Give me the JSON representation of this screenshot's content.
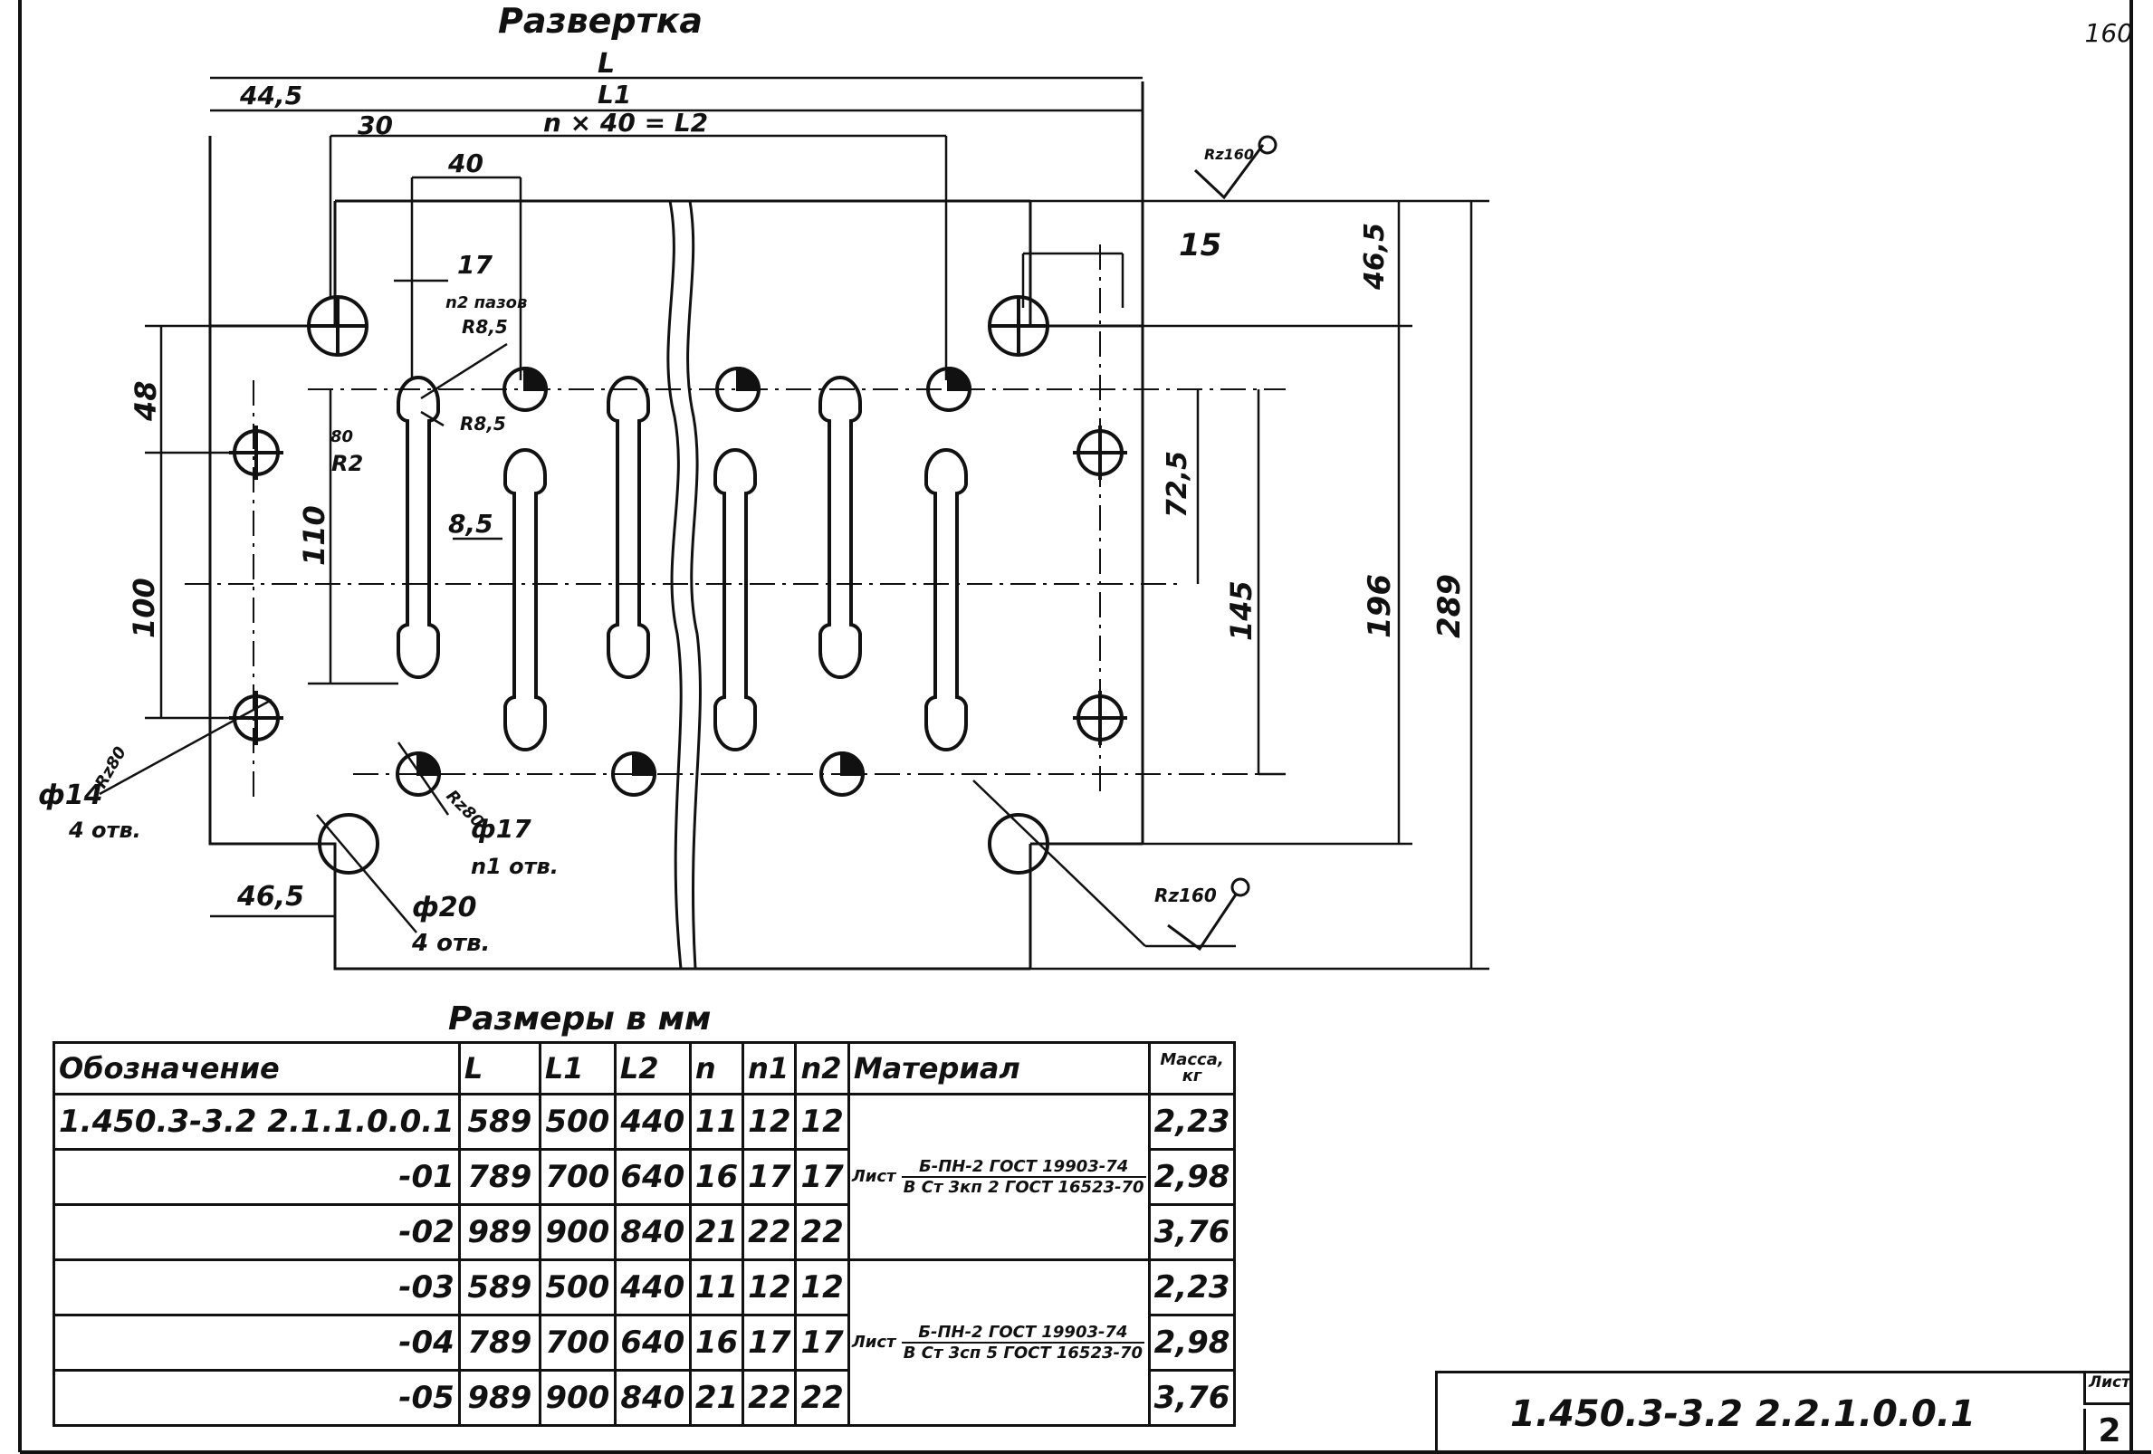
{
  "page_number": "160",
  "drawing": {
    "title": "Развертка",
    "dims": {
      "L": "L",
      "L1": "L1",
      "L2_formula": "n × 40 = L2",
      "d44_5": "44,5",
      "d30": "30",
      "d40": "40",
      "d17": "17",
      "n2_slots": "n2 пазов",
      "r8_5_a": "R8,5",
      "r8_5_b": "R8,5",
      "d80": "80",
      "r2": "R2",
      "d8_5": "8,5",
      "d48": "48",
      "d110": "110",
      "d100": "100",
      "d15": "15",
      "d46_5_right": "46,5",
      "d72_5": "72,5",
      "d145": "145",
      "d196": "196",
      "d289": "289",
      "d46_5_bottom": "46,5",
      "phi14": "ф14",
      "holes4_a": "4 отв.",
      "phi17": "ф17",
      "n1_holes": "n1 отв.",
      "phi20": "ф20",
      "holes4_b": "4 отв.",
      "rz80_a": "Rz80",
      "rz80_b": "Rz80",
      "rz160_top": "Rz160",
      "rz160_bottom": "Rz160"
    }
  },
  "table": {
    "caption": "Размеры в мм",
    "headers": [
      "Обозначение",
      "L",
      "L1",
      "L2",
      "n",
      "n1",
      "n2",
      "Материал",
      "Масса, кг"
    ],
    "rows": [
      {
        "designation": "1.450.3-3.2  2.1.1.0.0.1",
        "L": "589",
        "L1": "500",
        "L2": "440",
        "n": "11",
        "n1": "12",
        "n2": "12",
        "mass": "2,23"
      },
      {
        "designation": "-01",
        "L": "789",
        "L1": "700",
        "L2": "640",
        "n": "16",
        "n1": "17",
        "n2": "17",
        "mass": "2,98"
      },
      {
        "designation": "-02",
        "L": "989",
        "L1": "900",
        "L2": "840",
        "n": "21",
        "n1": "22",
        "n2": "22",
        "mass": "3,76"
      },
      {
        "designation": "-03",
        "L": "589",
        "L1": "500",
        "L2": "440",
        "n": "11",
        "n1": "12",
        "n2": "12",
        "mass": "2,23"
      },
      {
        "designation": "-04",
        "L": "789",
        "L1": "700",
        "L2": "640",
        "n": "16",
        "n1": "17",
        "n2": "17",
        "mass": "2,98"
      },
      {
        "designation": "-05",
        "L": "989",
        "L1": "900",
        "L2": "840",
        "n": "21",
        "n1": "22",
        "n2": "22",
        "mass": "3,76"
      }
    ],
    "material_1": {
      "prefix": "Лист",
      "top": "Б-ПН-2 ГОСТ 19903-74",
      "bottom": "В Ст 3кп 2 ГОСТ 16523-70"
    },
    "material_2": {
      "prefix": "Лист",
      "top": "Б-ПН-2 ГОСТ 19903-74",
      "bottom": "В Ст 3сп 5 ГОСТ 16523-70"
    }
  },
  "title_block": {
    "code": "1.450.3-3.2  2.2.1.0.0.1",
    "sheet_label": "Лист",
    "sheet_number": "2"
  }
}
